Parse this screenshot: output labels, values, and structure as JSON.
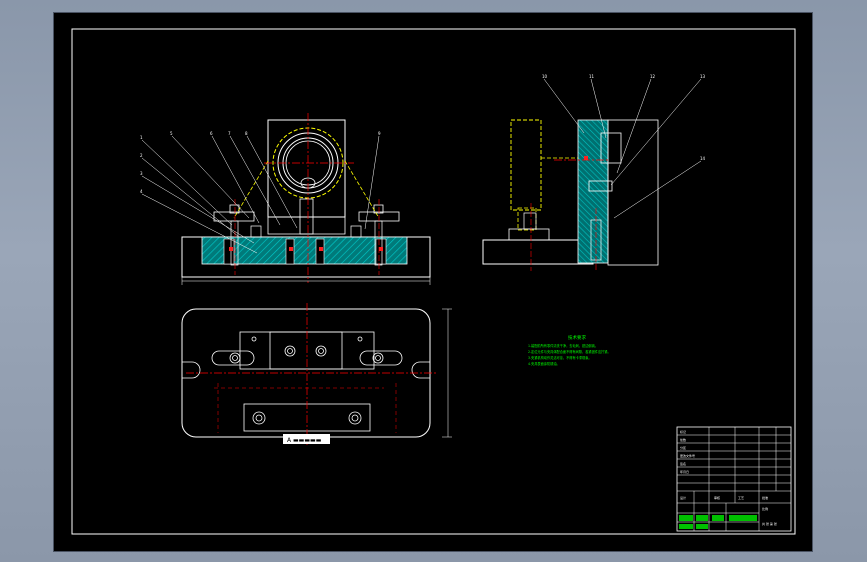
{
  "drawing": {
    "title": "",
    "tech_notes_title": "技术要求",
    "tech_notes": [
      "1.装配前所有零件清洗干净，去毛刺，锐边倒钝。",
      "2.定位元件与夹具体配合面不得有间隙，各紧固件应拧紧。",
      "3.夹紧机构动作灵活可靠，不得有卡滞现象。",
      "4.夹具表面涂防锈油。"
    ],
    "front_view_label": "",
    "dimension_front_width": "",
    "dimension_plan_height": "",
    "plan_view_tag": "A  ▬▬▬▬▬",
    "balloons_front": [
      "1",
      "2",
      "3",
      "4",
      "5",
      "6",
      "7",
      "8",
      "9"
    ],
    "balloons_side": [
      "10",
      "11",
      "12",
      "13",
      "14"
    ]
  },
  "title_block": {
    "rows": [
      "标记",
      "处数",
      "分区",
      "更改文件号",
      "签名",
      "年月日"
    ],
    "bottom_labels": [
      "设计",
      "审核",
      "工艺",
      "批准"
    ],
    "scale_label": "比例",
    "sheet_label": "共 张 第 张"
  },
  "colors": {
    "background": "#000000",
    "outline_white": "#ffffff",
    "center_red": "#ff0000",
    "hidden_yellow": "#ffff00",
    "hatch_cyan": "#00a0a0",
    "text_green": "#00ff00",
    "chrome": "#8a97aa"
  }
}
